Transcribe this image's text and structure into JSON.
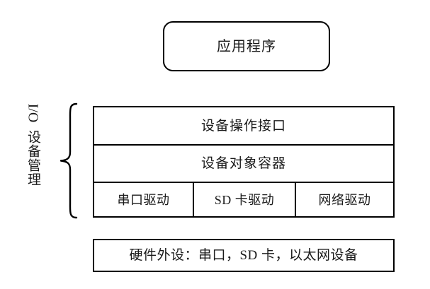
{
  "diagram": {
    "title_box": {
      "label": "应用程序"
    },
    "side_label": {
      "io": "I/O",
      "cn": "设备管理"
    },
    "stack": {
      "rows": [
        {
          "label": "设备操作接口"
        },
        {
          "label": "设备对象容器"
        }
      ],
      "drivers": [
        {
          "label": "串口驱动"
        },
        {
          "label": "SD 卡驱动"
        },
        {
          "label": "网络驱动"
        }
      ]
    },
    "hardware_box": {
      "label": "硬件外设：串口，SD 卡，以太网设备"
    },
    "colors": {
      "stroke": "#000000",
      "text": "#1a1a1a",
      "background": "#ffffff"
    },
    "icons": {
      "brace": "curly-brace-icon"
    }
  }
}
